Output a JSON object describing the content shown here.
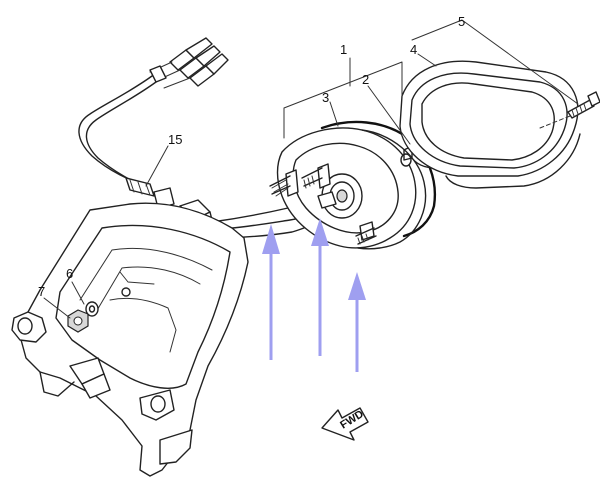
{
  "diagram": {
    "callouts": {
      "c1": "1",
      "c2": "2",
      "c3": "3",
      "c4": "4",
      "c5": "5",
      "c6": "6",
      "c7": "7",
      "c15": "15"
    },
    "fwd_label": "FWD"
  },
  "colors": {
    "line": "#222222",
    "arrow": "#9f9ff0",
    "background": "#ffffff"
  }
}
